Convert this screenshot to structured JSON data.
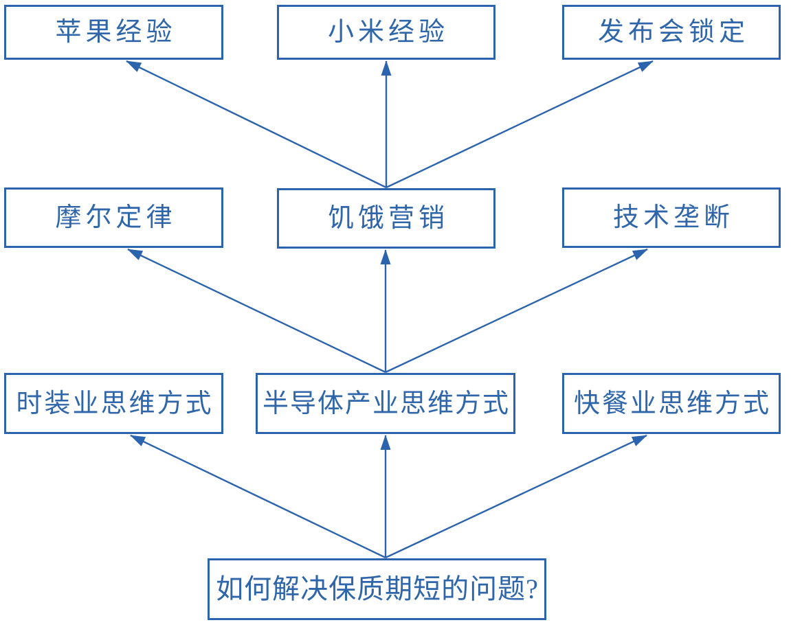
{
  "diagram": {
    "title": "如何解决保质期短的问题?",
    "accent_color": "#2b64ad",
    "text_color": "#2f66aa",
    "background_color": "#ffffff",
    "nodes": [
      {
        "id": "apple",
        "label": "苹果经验"
      },
      {
        "id": "xiaomi",
        "label": "小米经验"
      },
      {
        "id": "launch",
        "label": "发布会锁定"
      },
      {
        "id": "moore",
        "label": "摩尔定律"
      },
      {
        "id": "hunger",
        "label": "饥饿营销"
      },
      {
        "id": "monopoly",
        "label": "技术垄断"
      },
      {
        "id": "fashion",
        "label": "时装业思维方式"
      },
      {
        "id": "semi",
        "label": "半导体产业思维方式"
      },
      {
        "id": "fastfood",
        "label": "快餐业思维方式"
      },
      {
        "id": "question",
        "label": "如何解决保质期短的问题?"
      }
    ],
    "edges": [
      {
        "from": "question",
        "to": "fashion"
      },
      {
        "from": "question",
        "to": "semi"
      },
      {
        "from": "question",
        "to": "fastfood"
      },
      {
        "from": "semi",
        "to": "moore"
      },
      {
        "from": "semi",
        "to": "hunger"
      },
      {
        "from": "semi",
        "to": "monopoly"
      },
      {
        "from": "hunger",
        "to": "apple"
      },
      {
        "from": "hunger",
        "to": "xiaomi"
      },
      {
        "from": "hunger",
        "to": "launch"
      }
    ]
  }
}
